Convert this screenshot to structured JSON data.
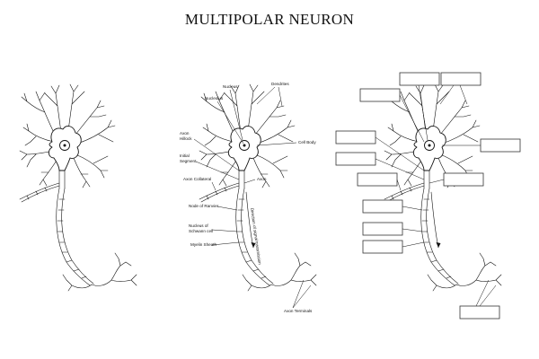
{
  "title": "MULTIPOLAR NEURON",
  "labels": {
    "nucleus": "Nucleus",
    "dendrites": "Dendrites",
    "nucleolus": "Nucleolus",
    "axon_hillock_1": "Axon",
    "axon_hillock_2": "Hillock",
    "cell_body": "Cell Body",
    "initial_segment_1": "Initial",
    "initial_segment_2": "Segment",
    "axon": "Axon",
    "axon_collateral": "Axon Collateral",
    "node_of_ranvier": "Node of Ranvier",
    "nucleus_schwann_1": "Nucleus of",
    "nucleus_schwann_2": "Schwann cell",
    "myelin_sheath": "Myelin Sheath",
    "axon_terminals": "Axon Terminals",
    "signal_direction": "Direction of signal transmission"
  }
}
